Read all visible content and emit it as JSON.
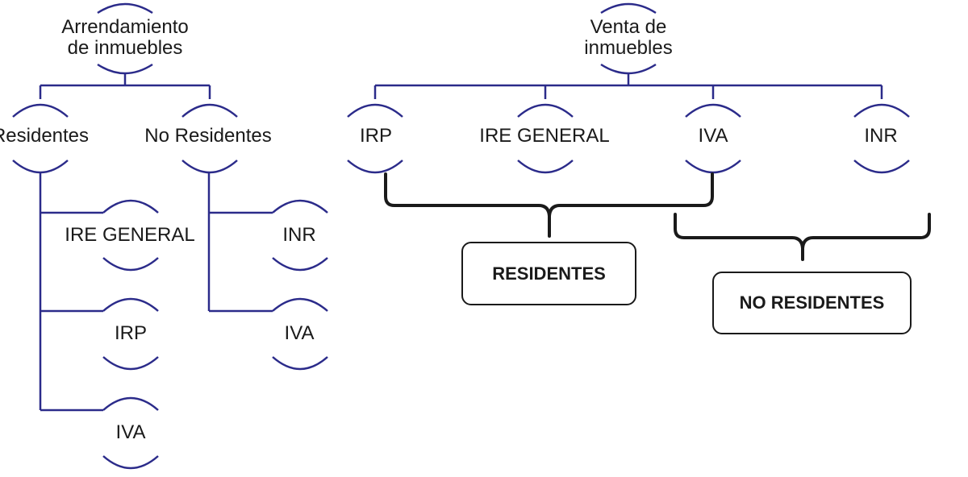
{
  "colors": {
    "connector": "#2b2b8a",
    "brace": "#1a1a1a",
    "text": "#1a1a1a"
  },
  "left_tree": {
    "root": "Arrendamiento\nde inmuebles",
    "residentes": {
      "label": "Residentes",
      "children": [
        "IRE GENERAL",
        "IRP",
        "IVA"
      ]
    },
    "no_residentes": {
      "label": "No Residentes",
      "children": [
        "INR",
        "IVA"
      ]
    }
  },
  "right_tree": {
    "root": "Venta de\ninmuebles",
    "children": [
      "IRP",
      "IRE GENERAL",
      "IVA",
      "INR"
    ]
  },
  "groups": {
    "residentes_box": "RESIDENTES",
    "no_residentes_box": "NO RESIDENTES"
  }
}
